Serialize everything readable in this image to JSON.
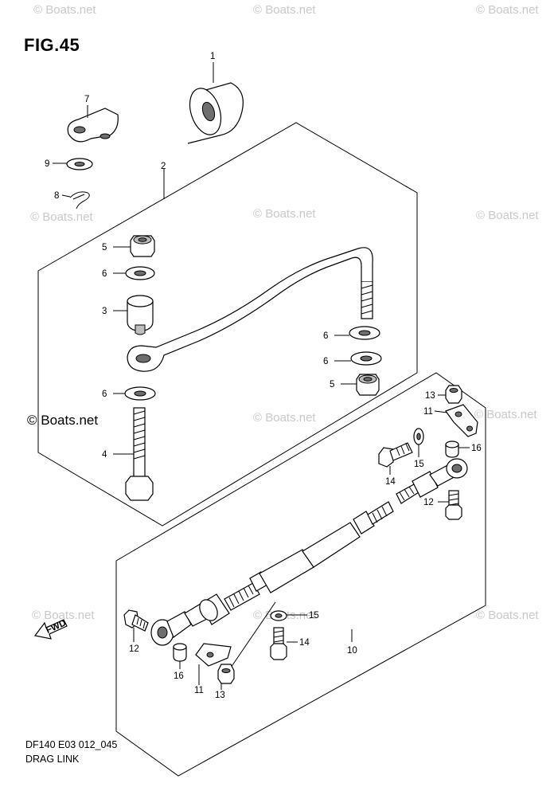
{
  "figure": {
    "title": "FIG.45"
  },
  "caption": {
    "model_code": "DF140 E03 012_045",
    "name": "DRAG LINK"
  },
  "watermark": {
    "text": "© Boats.net",
    "strong_text": "© Boats.net"
  },
  "fwd_label": "FWD",
  "callouts": {
    "c1": "1",
    "c2": "2",
    "c3": "3",
    "c4": "4",
    "c5a": "5",
    "c5b": "5",
    "c6a": "6",
    "c6b": "6",
    "c6c": "6",
    "c6d": "6",
    "c7": "7",
    "c8": "8",
    "c9": "9",
    "c10": "10",
    "c11a": "11",
    "c11b": "11",
    "c12a": "12",
    "c12b": "12",
    "c13a": "13",
    "c13b": "13",
    "c14a": "14",
    "c14b": "14",
    "c15a": "15",
    "c15b": "15",
    "c16a": "16",
    "c16b": "16"
  }
}
